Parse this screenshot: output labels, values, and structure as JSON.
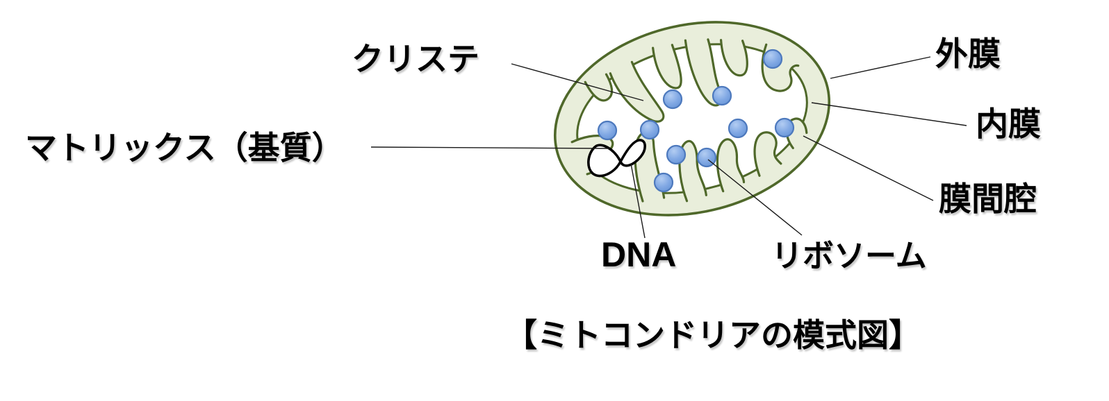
{
  "diagram": {
    "caption": "【ミトコンドリアの模式図】",
    "labels": {
      "cristae": "クリステ",
      "matrix": "マトリックス（基質）",
      "outer_membrane": "外膜",
      "inner_membrane": "内膜",
      "intermembrane_space": "膜間腔",
      "dna": "DNA",
      "ribosomes": "リボソーム"
    },
    "ribosome_count": 10,
    "colors": {
      "membrane_outline": "#4f682a",
      "membrane_fill": "#e9eedb",
      "matrix_fill": "#ffffff",
      "ribosome_fill": "#6e9ada",
      "ribosome_highlight": "#b3cdf2",
      "ribosome_outline": "#4d79bd",
      "dna_outline": "#000000",
      "leader_line": "#1a1a1a",
      "text": "#000000",
      "background": "#ffffff"
    }
  }
}
